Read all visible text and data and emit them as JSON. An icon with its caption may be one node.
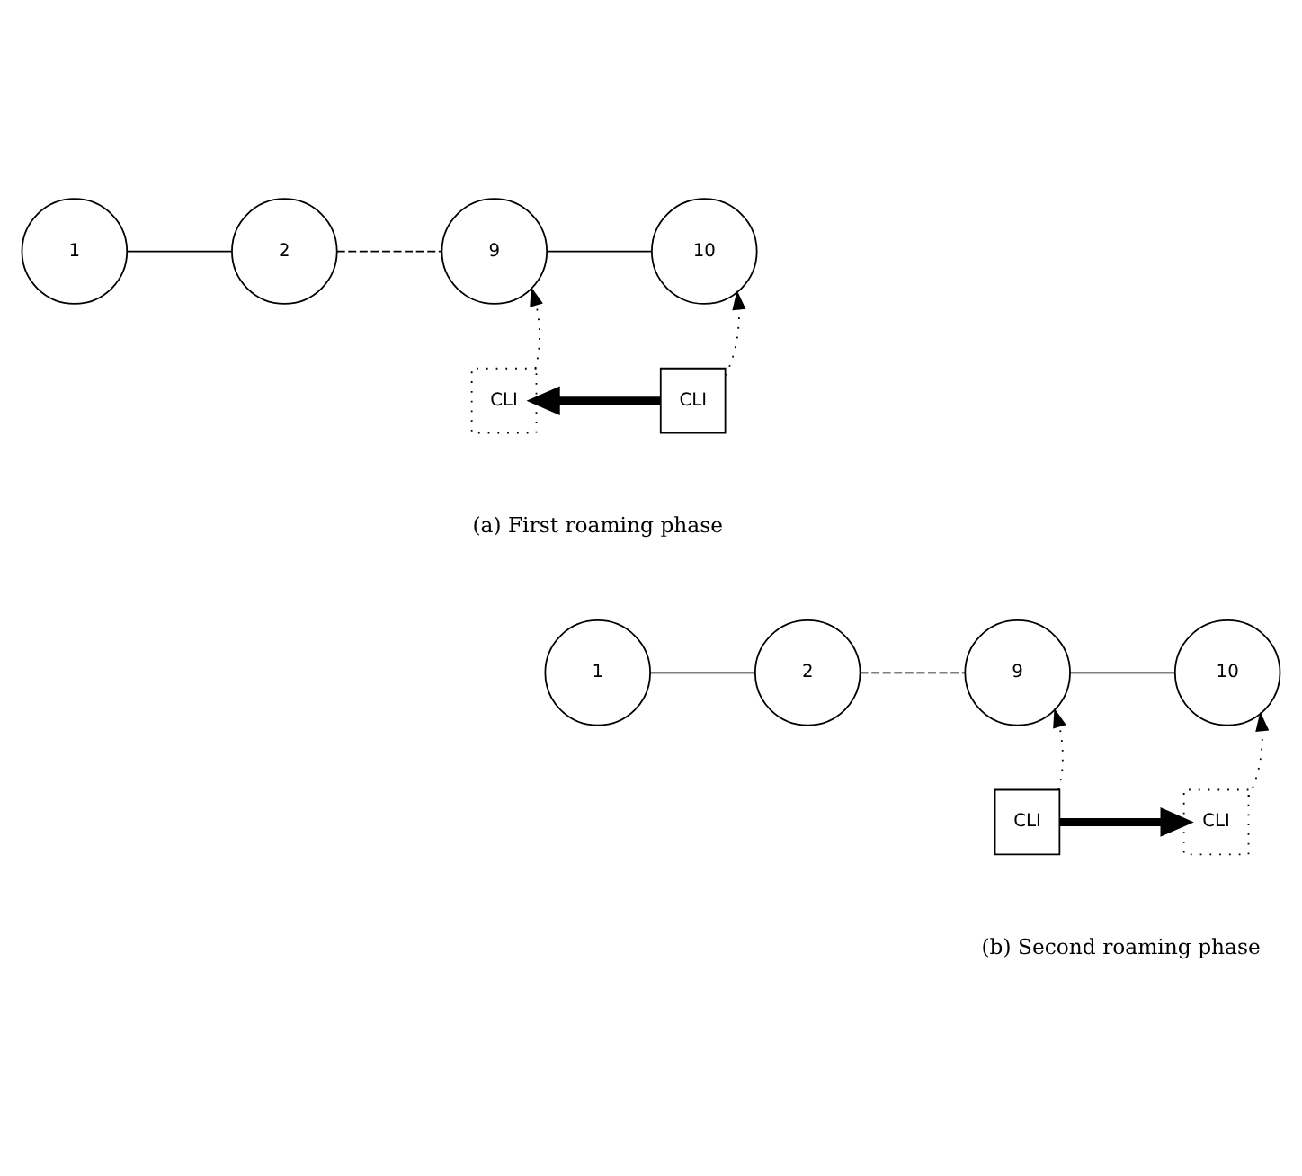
{
  "diagram": {
    "nodes": [
      {
        "text": [
          "1"
        ]
      },
      {
        "text": [
          "2"
        ]
      },
      {
        "text": [
          "9"
        ]
      },
      {
        "text": [
          "10"
        ]
      },
      {
        "text": [
          "CLI"
        ]
      },
      {
        "text": [
          "CLI"
        ]
      },
      {
        "text": [
          "1"
        ]
      },
      {
        "text": [
          "2"
        ]
      },
      {
        "text": [
          "9"
        ]
      },
      {
        "text": [
          "10"
        ]
      },
      {
        "text": [
          "CLI"
        ]
      },
      {
        "text": [
          "CLI"
        ]
      }
    ],
    "edges": [
      {
        "from": 0,
        "to": 1,
        "arrow": "none"
      },
      {
        "from": 1,
        "to": 2,
        "arrow": "none",
        "style": "dashed"
      },
      {
        "from": 2,
        "to": 3,
        "arrow": "none"
      },
      {
        "from": 4,
        "to": 2,
        "arrow": "to",
        "style": "dashed"
      },
      {
        "from": 5,
        "to": 3,
        "arrow": "to",
        "style": "dashed"
      },
      {
        "from": 5,
        "to": 4,
        "arrow": "to",
        "style": "thick"
      },
      {
        "from": 6,
        "to": 7,
        "arrow": "none"
      },
      {
        "from": 7,
        "to": 8,
        "arrow": "none",
        "style": "dashed"
      },
      {
        "from": 8,
        "to": 9,
        "arrow": "none"
      },
      {
        "from": 10,
        "to": 8,
        "arrow": "to",
        "style": "dashed"
      },
      {
        "from": 11,
        "to": 9,
        "arrow": "to",
        "style": "dashed"
      },
      {
        "from": 10,
        "to": 11,
        "arrow": "to",
        "style": "thick"
      }
    ],
    "labels": [
      "(a) First roaming phase",
      "(b) Second roaming phase"
    ]
  }
}
